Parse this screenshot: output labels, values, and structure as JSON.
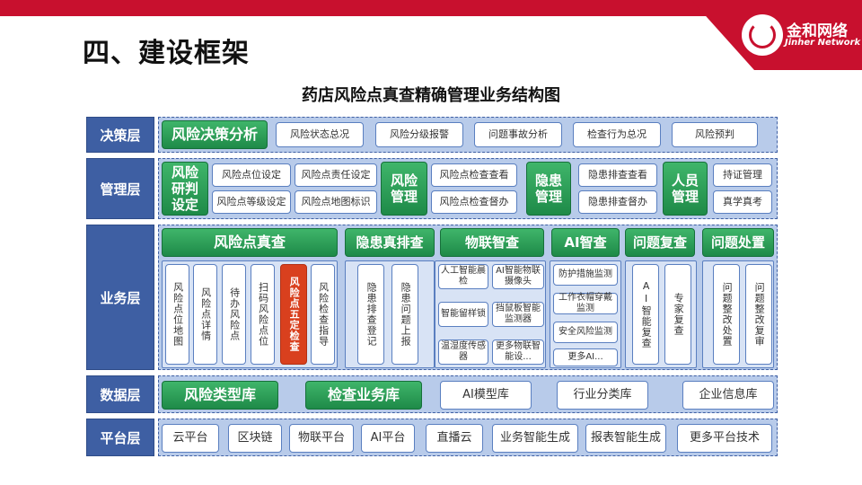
{
  "header": {
    "section_title": "四、建设框架",
    "diagram_title": "药店风险点真查精确管理业务结构图",
    "logo_cn": "金和网络",
    "logo_en": "Jinher Network",
    "brand_color": "#c8102e"
  },
  "layers": {
    "decision": {
      "label": "决策层",
      "main": "风险决策分析",
      "items": [
        "风险状态总况",
        "风险分级报警",
        "问题事故分析",
        "检查行为总况",
        "风险预判"
      ]
    },
    "management": {
      "label": "管理层",
      "group1": {
        "title": "风险研判设定",
        "items": [
          "风险点位设定",
          "风险点责任设定",
          "风险点等级设定",
          "风险点地图标识"
        ]
      },
      "group2": {
        "title": "风险管理",
        "items": [
          "风险点检查查看",
          "风险点检查督办"
        ]
      },
      "group3": {
        "title": "隐患管理",
        "items": [
          "隐患排查查看",
          "隐患排查督办"
        ]
      },
      "group4": {
        "title": "人员管理",
        "items": [
          "持证管理",
          "真学真考"
        ]
      }
    },
    "business": {
      "label": "业务层",
      "risk_check": {
        "title": "风险点真查",
        "items": [
          "风险点位地图",
          "风险点详情",
          "待办风险点",
          "扫码风险点位",
          "风险点五定检查",
          "风险检查指导"
        ]
      },
      "hazard_check": {
        "title": "隐患真排查",
        "items": [
          "隐患排查登记",
          "隐患问题上报"
        ]
      },
      "iot_check": {
        "title": "物联智查",
        "items": [
          "人工智能晨检",
          "AI智能物联摄像头",
          "智能留样锁",
          "挡鼠板智能监测器",
          "温湿度传感器",
          "更多物联智能设..."
        ]
      },
      "ai_check": {
        "title": "AI智查",
        "items": [
          "防护措施监测",
          "工作衣帽穿戴监测",
          "安全风险监测",
          "更多AI..."
        ]
      },
      "review": {
        "title": "问题复查",
        "items": [
          "AI智能复查",
          "专家复查"
        ]
      },
      "handling": {
        "title": "问题处置",
        "items": [
          "问题整改处置",
          "问题整改复审"
        ]
      }
    },
    "data": {
      "label": "数据层",
      "items": [
        "风险类型库",
        "检查业务库",
        "AI模型库",
        "行业分类库",
        "企业信息库"
      ]
    },
    "platform": {
      "label": "平台层",
      "items": [
        "云平台",
        "区块链",
        "物联平台",
        "AI平台",
        "直播云",
        "业务智能生成",
        "报表智能生成",
        "更多平台技术"
      ]
    }
  }
}
